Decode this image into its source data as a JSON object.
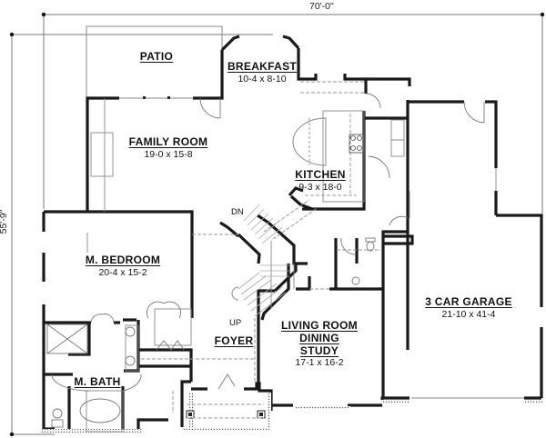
{
  "plan": {
    "overall_width": "70'-0\"",
    "overall_depth": "55'-9\"",
    "rooms": [
      {
        "id": "patio",
        "name": "PATIO",
        "dims": ""
      },
      {
        "id": "breakfast",
        "name": "BREAKFAST",
        "dims": "10-4 x 8-10"
      },
      {
        "id": "family_room",
        "name": "FAMILY ROOM",
        "dims": "19-0 x 15-8"
      },
      {
        "id": "kitchen",
        "name": "KITCHEN",
        "dims": "9-3 x 18-0"
      },
      {
        "id": "master_bedroom",
        "name": "M. BEDROOM",
        "dims": "20-4 x 15-2"
      },
      {
        "id": "garage",
        "name": "3 CAR GARAGE",
        "dims": "21-10 x 41-4"
      },
      {
        "id": "foyer",
        "name": "FOYER",
        "dims": ""
      },
      {
        "id": "living_room",
        "name": "LIVING ROOM",
        "name2": "DINING",
        "name3": "STUDY",
        "dims": "17-1 x 16-2"
      },
      {
        "id": "master_bath",
        "name": "M. BATH",
        "dims": ""
      }
    ],
    "stair_labels": {
      "down": "DN",
      "up": "UP"
    },
    "colors": {
      "wall": "#1a1a1a",
      "thin_line": "#888888",
      "dashed": "#999999",
      "background": "#ffffff"
    }
  }
}
